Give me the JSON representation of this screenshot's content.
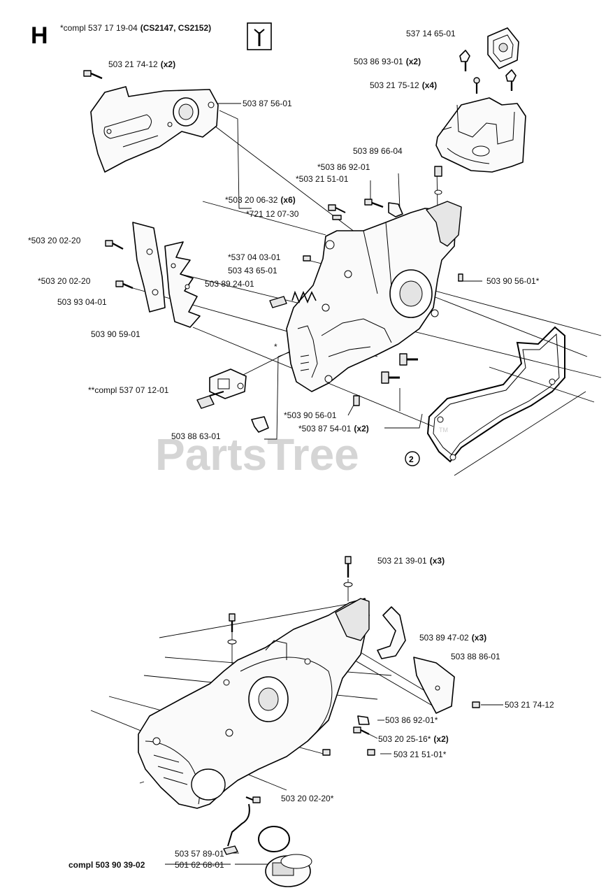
{
  "section_letter": "H",
  "kit_heading": {
    "prefix": "*compl 537 17 19-04",
    "models": "(CS2147, CS2152)"
  },
  "info_icon": "tools-info-icon",
  "watermark": {
    "text": "PartsTree",
    "tm": "TM"
  },
  "reference_marker": "2",
  "asterisk_marker": "*",
  "callouts": {
    "c1": "503 21 74-12",
    "c1q": "(x2)",
    "c2": "503 87 56-01",
    "c3": "537 14 65-01",
    "c4": "503 86 93-01",
    "c4q": "(x2)",
    "c5": "503 21 75-12",
    "c5q": "(x4)",
    "c6": "503 89 66-04",
    "c7": "*503 86 92-01",
    "c8": "*503 21 51-01",
    "c9": "*503 20 06-32",
    "c9q": "(x6)",
    "c10": "*721 12 07-30",
    "c11": "*503 20 02-20",
    "c12": "*537 04 03-01",
    "c13": "503 43 65-01",
    "c14": "503 89 24-01",
    "c15": "*503 20 02-20",
    "c16": "503 93 04-01",
    "c17": "503 90 56-01*",
    "c18": "503 90 59-01",
    "c19": "**compl 537 07 12-01",
    "c20": "*503 90 56-01",
    "c21": "*503 87 54-01",
    "c21q": "(x2)",
    "c22": "503 88 63-01",
    "c23": "503 21 39-01",
    "c23q": "(x3)",
    "c24": "503 89 47-02",
    "c24q": "(x3)",
    "c25": "503 88 86-01",
    "c26": "503 21 74-12",
    "c27": "503 86 92-01*",
    "c28": "503 20 25-16*",
    "c28q": "(x2)",
    "c29": "503 21 51-01*",
    "c30": "503 20 02-20*",
    "c31": "503 57 89-01",
    "c32": "501 62 68-01",
    "c33": "compl 503 90 39-02"
  }
}
